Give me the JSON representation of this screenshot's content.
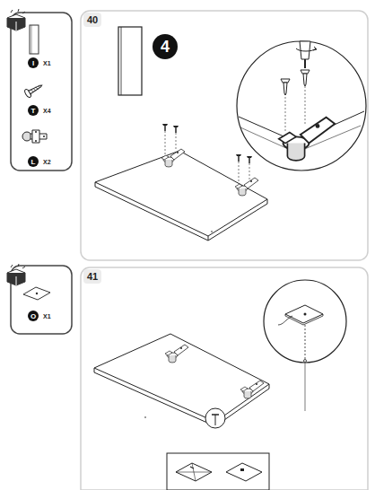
{
  "diagram": {
    "labels": [
      "40",
      "I",
      "X1",
      "T",
      "X4",
      "L",
      "X2",
      "4",
      "41",
      "O",
      "X1"
    ]
  }
}
